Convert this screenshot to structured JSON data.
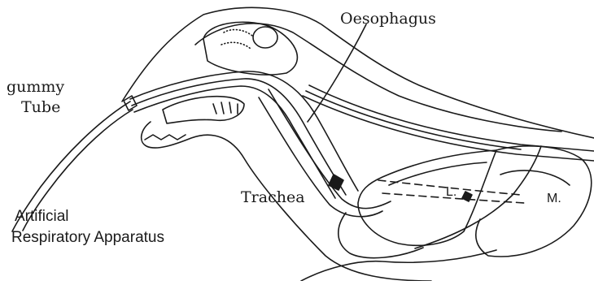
{
  "labels": {
    "oesophagus": "Oesophagus",
    "gummy": "gummy",
    "tube": "Tube",
    "trachea": "Trachea",
    "artificial": "Artificial",
    "respiratory_apparatus": "Respiratory  Apparatus",
    "lung_mark": "L.",
    "m_mark": "M."
  },
  "colors": {
    "ink": "#1a1a1a",
    "paper": "#ffffff"
  }
}
